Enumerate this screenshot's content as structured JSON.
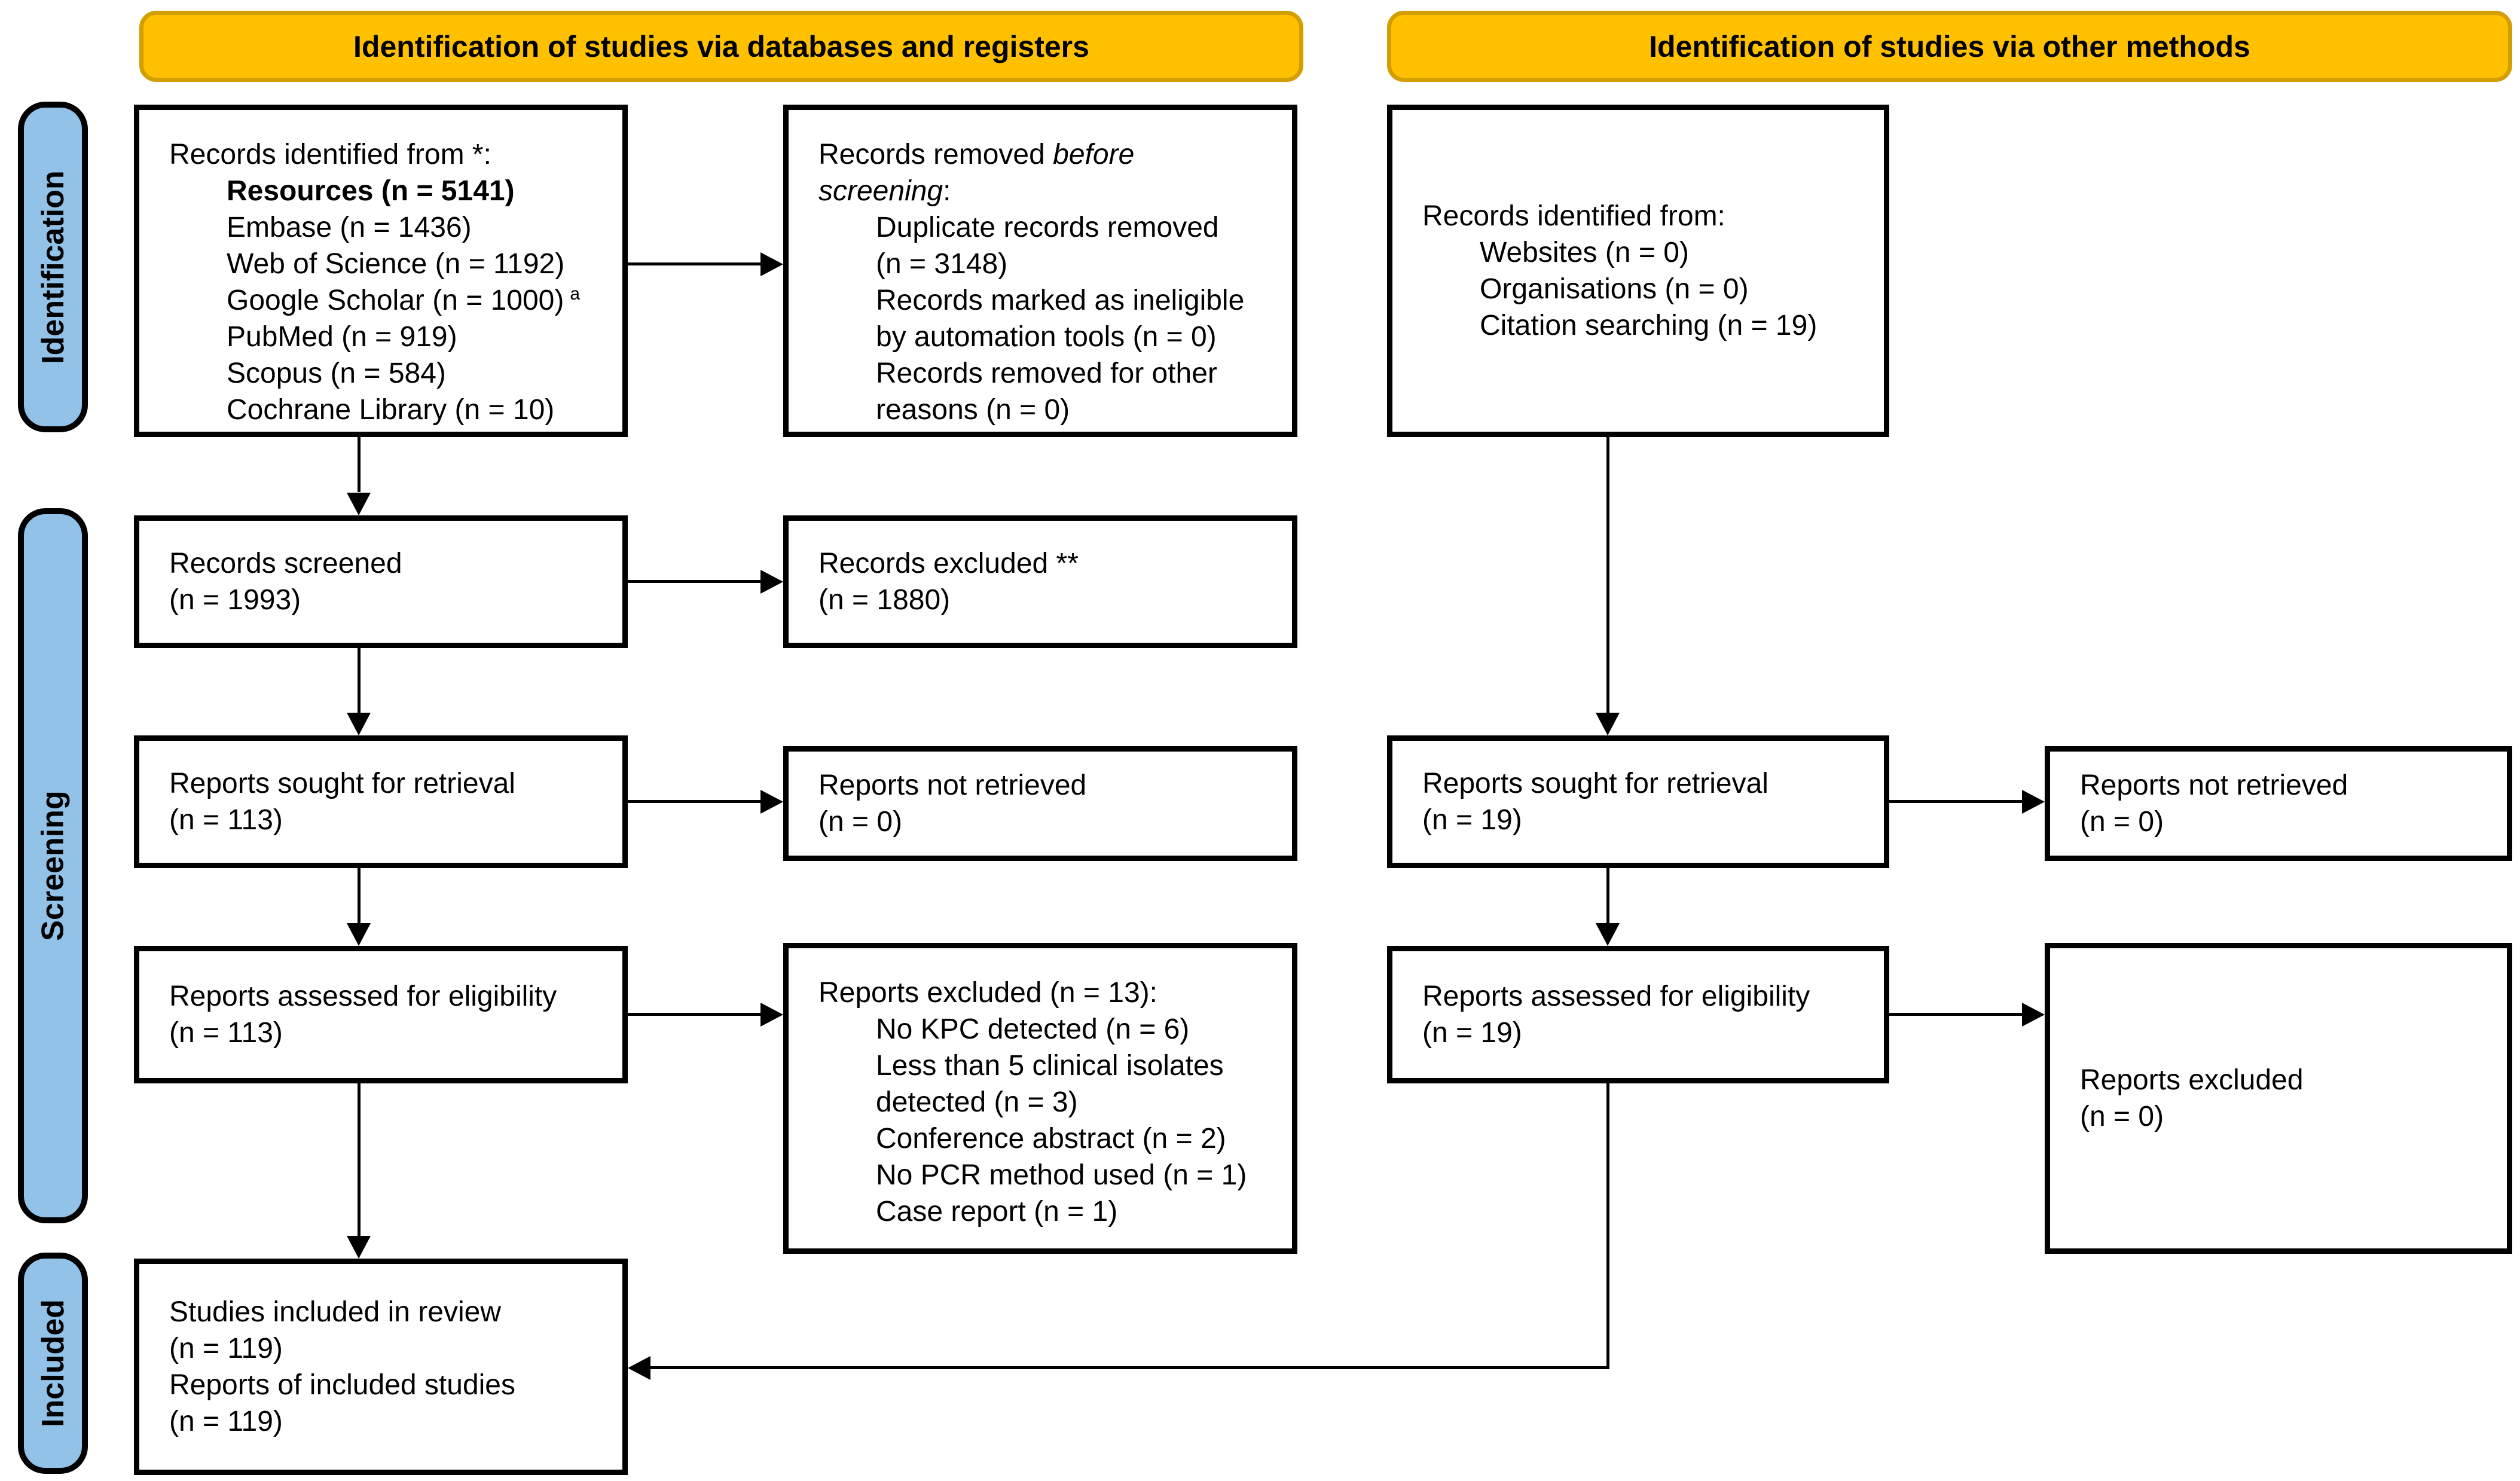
{
  "colors": {
    "header_fill": "#FFC000",
    "header_border": "#D39E00",
    "sidebar_fill": "#92C2E8",
    "ink": "#000000"
  },
  "headers": {
    "databases": "Identification of studies via databases and registers",
    "other_methods": "Identification of studies via other methods"
  },
  "sidebar": {
    "identification": "Identification",
    "screening": "Screening",
    "included": "Included"
  },
  "boxes": {
    "records_identified_databases": {
      "title": "Records identified from *:",
      "items": [
        {
          "text": "Resources (n = 5141)"
        },
        {
          "text": "Embase (n = 1436)"
        },
        {
          "text": "Web of Science (n = 1192)"
        },
        {
          "text": "Google Scholar (n = 1000)",
          "superscript": "a"
        },
        {
          "text": "PubMed (n = 919)"
        },
        {
          "text": "Scopus (n = 584)"
        },
        {
          "text": "Cochrane Library (n = 10)"
        }
      ]
    },
    "records_removed": {
      "title_prefix": "Records removed ",
      "title_italic": "before\nscreening",
      "title_suffix": ":",
      "items": [
        {
          "text": "Duplicate records removed\n(n = 3148)"
        },
        {
          "text": "Records marked as ineligible\nby automation tools (n = 0)"
        },
        {
          "text": "Records removed for other\nreasons (n = 0)"
        }
      ]
    },
    "records_identified_other": {
      "title": "Records identified from:",
      "items": [
        {
          "text": "Websites (n = 0)"
        },
        {
          "text": "Organisations (n = 0)"
        },
        {
          "text": "Citation searching (n = 19)"
        }
      ]
    },
    "records_screened": {
      "text": "Records screened\n(n = 1993)"
    },
    "records_excluded": {
      "text": "Records excluded **\n(n = 1880)"
    },
    "reports_sought_databases": {
      "text": "Reports sought for retrieval\n(n = 113)"
    },
    "reports_not_retrieved_databases": {
      "text": "Reports not retrieved\n(n = 0)"
    },
    "reports_assessed_databases": {
      "text": "Reports assessed for eligibility\n(n = 113)"
    },
    "reports_excluded_databases": {
      "title": "Reports excluded (n = 13):",
      "items": [
        {
          "text": "No KPC detected (n = 6)"
        },
        {
          "text": "Less than 5 clinical isolates\ndetected (n = 3)"
        },
        {
          "text": "Conference abstract (n = 2)"
        },
        {
          "text": "No PCR method used (n = 1)"
        },
        {
          "text": "Case report (n = 1)"
        }
      ]
    },
    "reports_sought_other": {
      "text": "Reports sought for retrieval\n(n = 19)"
    },
    "reports_not_retrieved_other": {
      "text": "Reports not retrieved\n(n = 0)"
    },
    "reports_assessed_other": {
      "text": "Reports assessed for eligibility\n(n = 19)"
    },
    "reports_excluded_other": {
      "text": "Reports excluded\n(n = 0)"
    },
    "studies_included": {
      "text": "Studies included in review\n(n = 119)\nReports of included studies\n(n = 119)"
    }
  }
}
